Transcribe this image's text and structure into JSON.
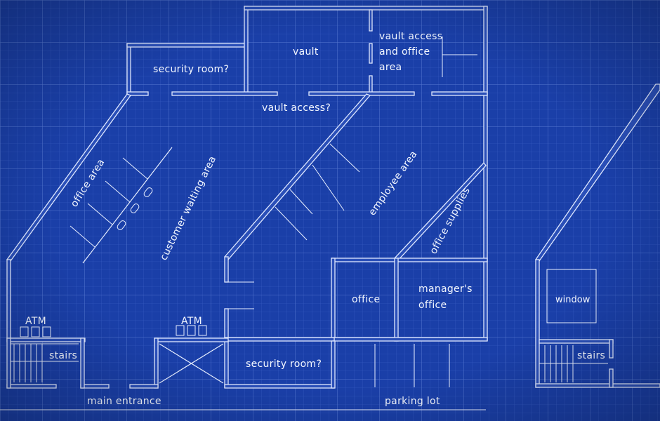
{
  "labels": {
    "security_room_top": "security room?",
    "vault": "vault",
    "vault_access_office_1": "vault access",
    "vault_access_office_2": "and office",
    "vault_access_office_3": "area",
    "vault_access": "vault access?",
    "office_area": "office area",
    "customer_waiting_area": "customer waiting area",
    "employee_area": "employee area",
    "office_supplies": "office supplies",
    "office": "office",
    "managers_office_1": "manager's",
    "managers_office_2": "office",
    "atm_left": "ATM",
    "atm_mid": "ATM",
    "stairs_left": "stairs",
    "security_room_bottom": "security room?",
    "main_entrance": "main entrance",
    "parking_lot": "parking lot",
    "window": "window",
    "stairs_right": "stairs"
  },
  "colors": {
    "background": "#1a3fa8",
    "grid_minor": "#3a5fc4",
    "grid_major": "#5577d0",
    "ink": "#e8efff"
  }
}
